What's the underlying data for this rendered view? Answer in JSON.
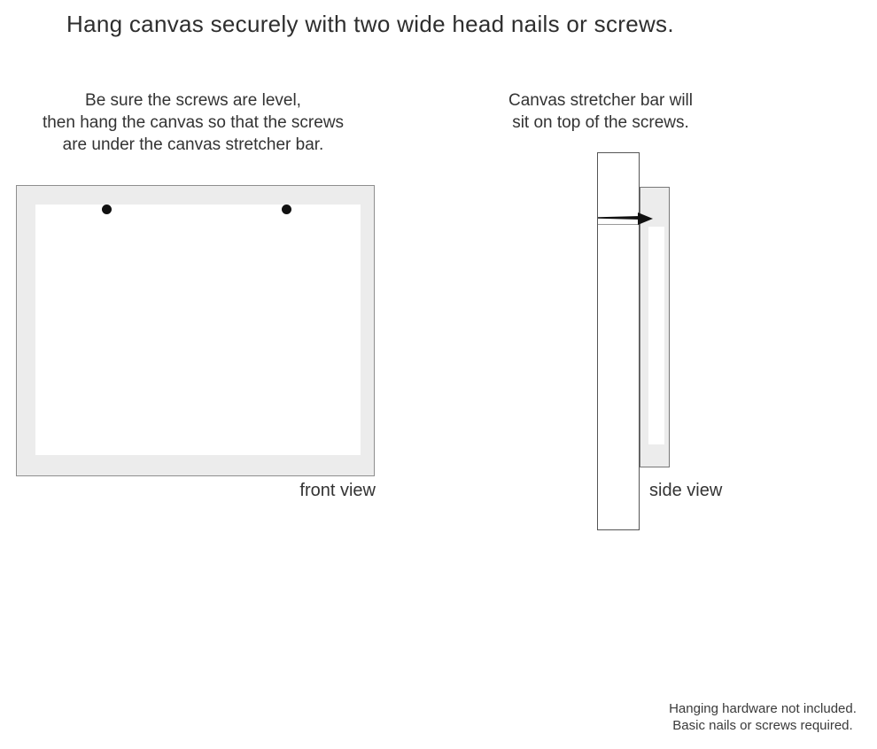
{
  "title": "Hang canvas securely with two wide head nails or screws.",
  "instructions": {
    "front": {
      "lines": [
        "Be sure the screws are level,",
        "then hang the canvas so that the screws",
        "are under the canvas stretcher bar."
      ]
    },
    "side": {
      "lines": [
        "Canvas stretcher bar will",
        "sit on top of the screws."
      ]
    }
  },
  "diagrams": {
    "front": {
      "label": "front view",
      "screw_count": 2
    },
    "side": {
      "label": "side view"
    }
  },
  "footnote": {
    "lines": [
      "Hanging hardware not included.",
      "Basic nails or screws required."
    ]
  },
  "colors": {
    "canvas_fill": "#ececec",
    "frame_border": "#8e8e8e",
    "wall_border": "#555555",
    "nail_black": "#111111",
    "text": "#333333"
  }
}
